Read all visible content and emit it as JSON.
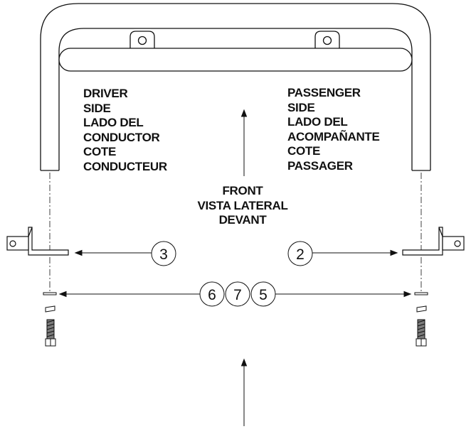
{
  "labels": {
    "driver_side": [
      "DRIVER",
      "SIDE",
      "LADO DEL",
      "CONDUCTOR",
      "COTE",
      "CONDUCTEUR"
    ],
    "passenger_side": [
      "PASSENGER",
      "SIDE",
      "LADO DEL",
      "ACOMPAÑANTE",
      "COTE",
      "PASSAGER"
    ],
    "front_view": [
      "FRONT",
      "VISTA LATERAL",
      "DEVANT"
    ]
  },
  "callouts": {
    "left_bracket": "3",
    "right_bracket": "2",
    "hardware": [
      "6",
      "7",
      "5"
    ]
  }
}
